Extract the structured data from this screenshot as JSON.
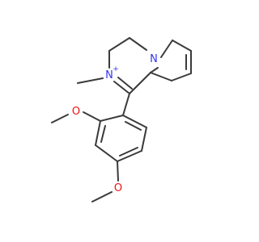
{
  "molecule": {
    "atoms": {
      "n_pyrrole": {
        "symbol": "N",
        "color": "#3333ee"
      },
      "n_iminium": {
        "symbol": "N",
        "charge": "+",
        "color": "#3333ee"
      },
      "o_ortho": {
        "symbol": "O",
        "color": "#ee1111"
      },
      "o_para": {
        "symbol": "O",
        "color": "#ee1111"
      }
    },
    "bond_color": "#3a3a3a"
  }
}
